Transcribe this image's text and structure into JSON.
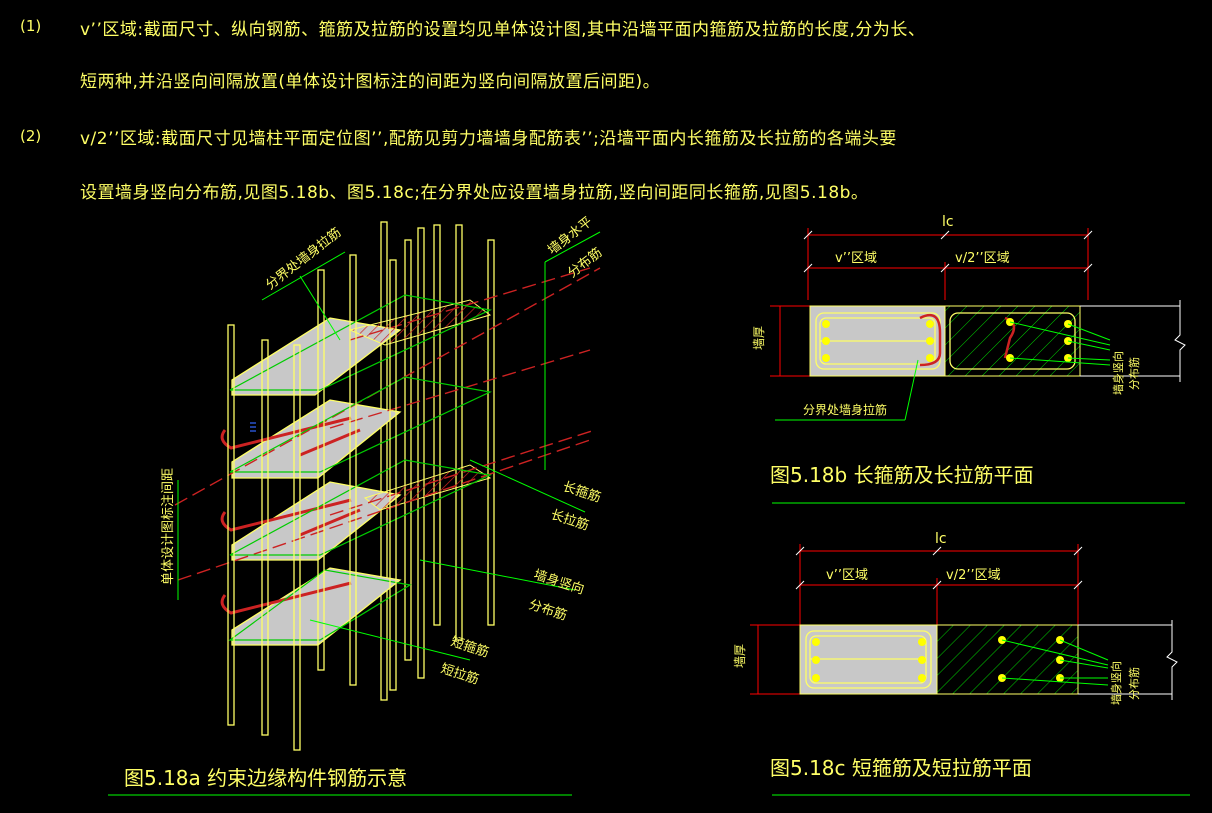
{
  "notes": {
    "n1_num": "(1)",
    "n1_line1": "v’’区域:截面尺寸、纵向钢筋、箍筋及拉筋的设置均见单体设计图,其中沿墙平面内箍筋及拉筋的长度,分为长、",
    "n1_line2": "短两种,并沿竖向间隔放置(单体设计图标注的间距为竖向间隔放置后间距)。",
    "n2_num": "(2)",
    "n2_line1": "v/2’’区域:截面尺寸见墙柱平面定位图’’,配筋见剪力墙墙身配筋表’’;沿墙平面内长箍筋及长拉筋的各端头要",
    "n2_line2": "设置墙身竖向分布筋,见图5.18b、图5.18c;在分界处应设置墙身拉筋,竖向间距同长箍筋,见图5.18b。"
  },
  "fig_a": {
    "caption": "图5.18a  约束边缘构件钢筋示意",
    "labels": {
      "boundary_tie": "分界处墙身拉筋",
      "wall_horiz": "墙身水平",
      "dist_bar1": "分布筋",
      "long_stirrup": "长箍筋",
      "long_tie": "长拉筋",
      "wall_vert": "墙身竖向",
      "dist_bar2": "分布筋",
      "short_stirrup": "短箍筋",
      "short_tie": "短拉筋",
      "spacing": "单体设计图标注间距"
    }
  },
  "fig_b": {
    "caption": "图5.18b  长箍筋及长拉筋平面",
    "lc": "lc",
    "zone1": "v’’区域",
    "zone2": "v/2’’区域",
    "thickness": "墙厚",
    "boundary_tie": "分界处墙身拉筋",
    "vert_dist1": "墙身竖向",
    "vert_dist2": "分布筋"
  },
  "fig_c": {
    "caption": "图5.18c  短箍筋及短拉筋平面",
    "lc": "lc",
    "zone1": "v’’区域",
    "zone2": "v/2’’区域",
    "thickness": "墙厚",
    "vert_dist1": "墙身竖向",
    "vert_dist2": "分布筋"
  },
  "colors": {
    "background": "#000000",
    "text": "#ffff66",
    "dimension": "#ff0000",
    "leader": "#00ff00",
    "concrete": "#c8c8c8",
    "rebar_red": "#cc2222",
    "hatch": "#00cc00"
  }
}
